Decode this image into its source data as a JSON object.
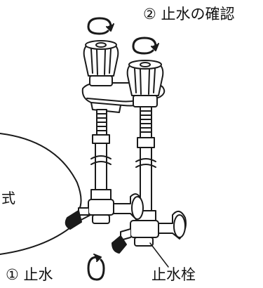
{
  "labels": {
    "check_water_stop": "② 止水の確認",
    "water_stop": "① 止水",
    "stop_valve": "止水栓",
    "callout_text": "式"
  },
  "colors": {
    "line": "#1a1a1a",
    "fill": "#ffffff"
  },
  "icons": {
    "rotation_arrow": "clockwise-rotation-arrow-icon"
  }
}
